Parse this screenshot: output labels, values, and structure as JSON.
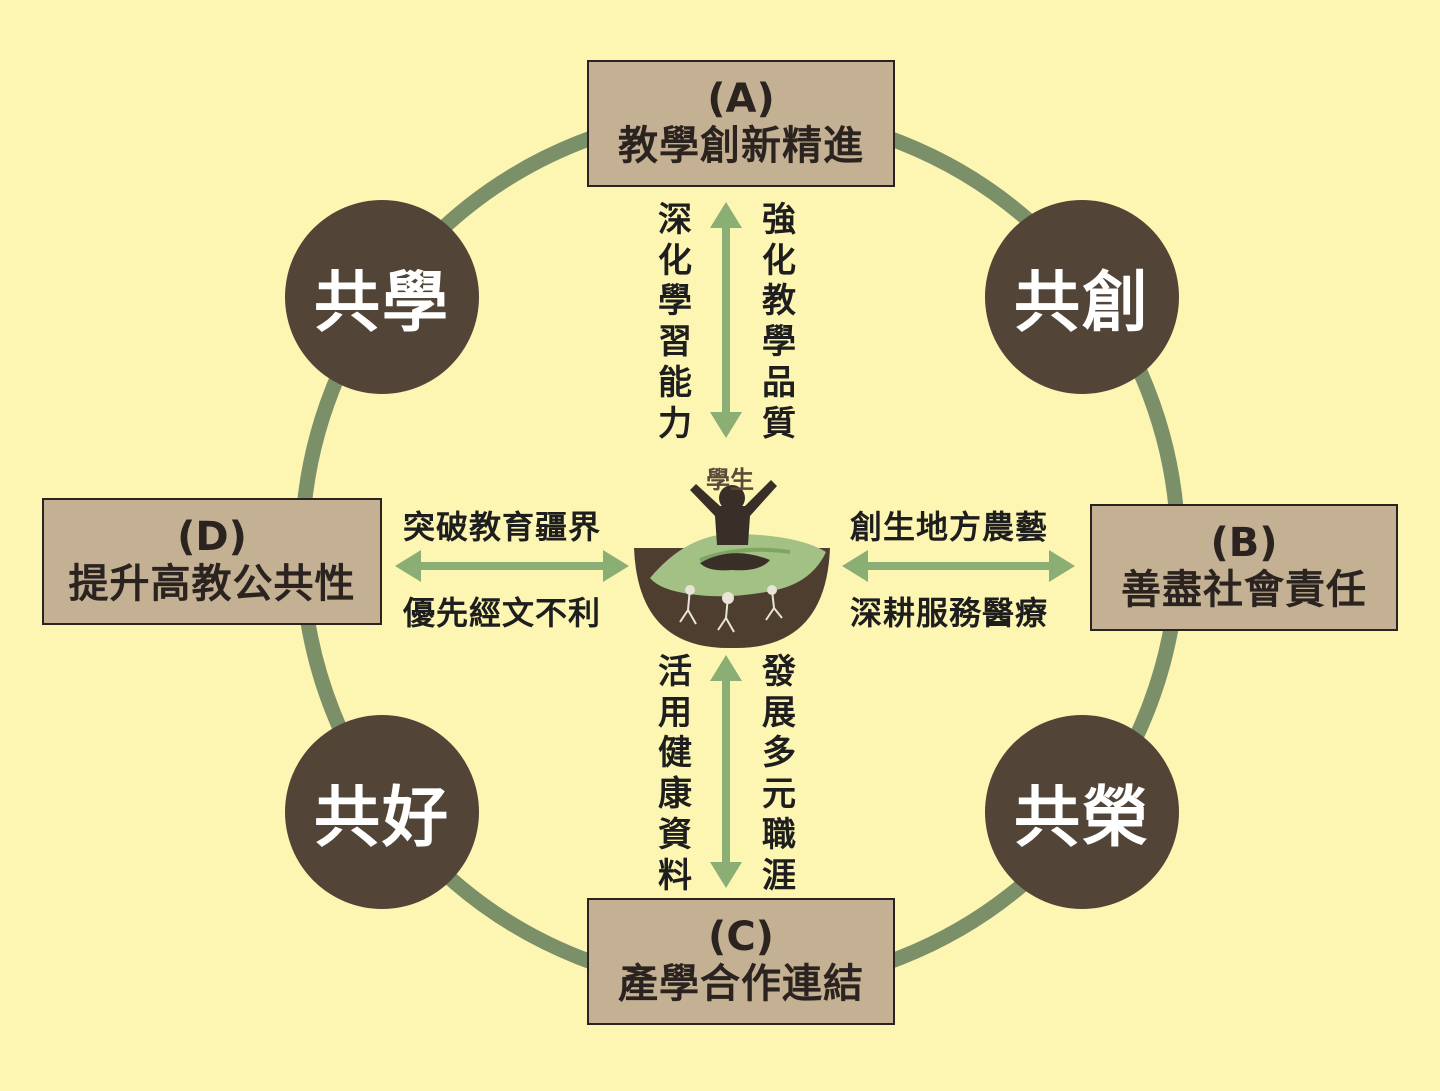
{
  "nodes": {
    "a": {
      "code": "(A)",
      "title": "教學創新精進"
    },
    "b": {
      "code": "(B)",
      "title": "善盡社會責任"
    },
    "c": {
      "code": "(C)",
      "title": "產學合作連結"
    },
    "d": {
      "code": "(D)",
      "title": "提升高教公共性"
    }
  },
  "circles": {
    "top_left": "共學",
    "top_right": "共創",
    "bottom_left": "共好",
    "bottom_right": "共榮"
  },
  "center_label": "學生",
  "links": {
    "top_left": "深化學習能力",
    "top_right": "強化教學品質",
    "bottom_left": "活用健康資料",
    "bottom_right": "發展多元職涯",
    "left_top": "突破教育疆界",
    "left_bottom": "優先經文不利",
    "right_top": "創生地方農藝",
    "right_bottom": "深耕服務醫療"
  },
  "colors": {
    "background": "#fdf6b2",
    "ring": "#7b8f68",
    "box_fill": "#c4b092",
    "circle_fill": "#524538",
    "arrow": "#8aae74"
  }
}
